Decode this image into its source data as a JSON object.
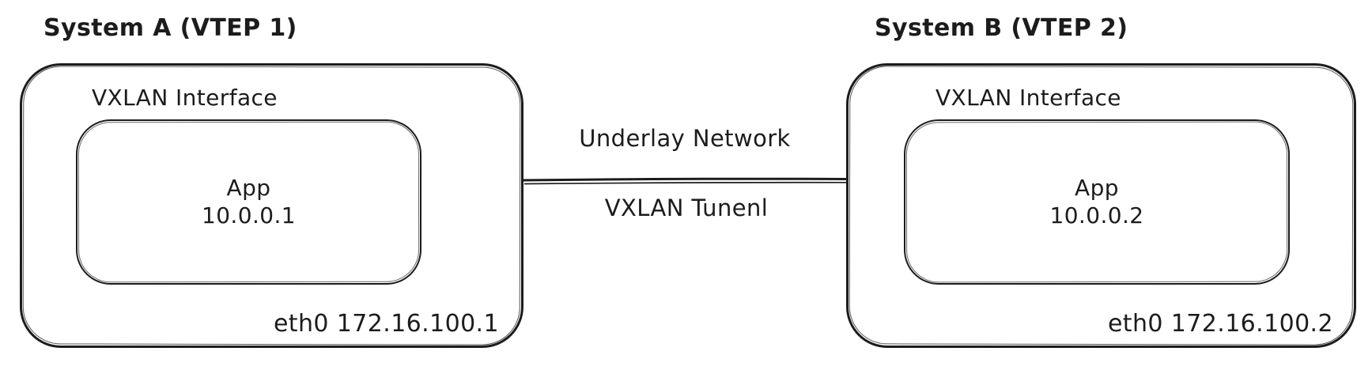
{
  "diagram": {
    "systems": [
      {
        "title": "System A (VTEP 1)",
        "interface_label": "VXLAN Interface",
        "app": {
          "name": "App",
          "ip": "10.0.0.1"
        },
        "underlay_interface": "eth0 172.16.100.1"
      },
      {
        "title": "System B (VTEP 2)",
        "interface_label": "VXLAN Interface",
        "app": {
          "name": "App",
          "ip": "10.0.0.2"
        },
        "underlay_interface": "eth0 172.16.100.2"
      }
    ],
    "link": {
      "top_label": "Underlay Network",
      "bottom_label": "VXLAN Tunenl"
    },
    "colors": {
      "stroke": "#1c1c1c",
      "background": "#ffffff"
    }
  }
}
